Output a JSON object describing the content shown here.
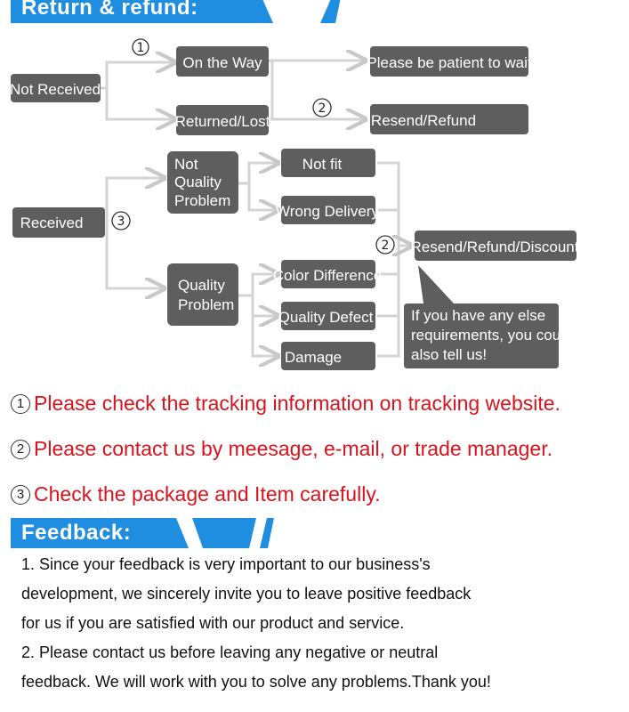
{
  "return_banner": {
    "title": "Return & refund:"
  },
  "feedback_banner": {
    "title": "Feedback:"
  },
  "flow": {
    "not_received": "Not Received",
    "on_the_way": "On the Way",
    "returned_lost": "Returned/Lost",
    "please_wait": "Please be patient to wait",
    "resend_refund": "Resend/Refund",
    "received": "Received",
    "not_quality_problem": [
      "Not",
      "Quality",
      "Problem"
    ],
    "quality_problem": [
      "Quality",
      "Problem"
    ],
    "not_fit": "Not fit",
    "wrong_delivery": "Wrong Delivery",
    "color_difference": "Color Difference",
    "quality_defect": "Quality Defect",
    "damage": "Damage",
    "resend_refund_discount": "Resend/Refund/Discount",
    "bubble": [
      "If you have any else",
      "requirements, you could",
      "also tell us!"
    ],
    "num1": "1",
    "num2": "2",
    "num3": "3"
  },
  "notes": [
    {
      "num": "1",
      "text": "Please check the tracking information on tracking website."
    },
    {
      "num": "2",
      "text": "Please contact us by meesage, e-mail, or trade manager."
    },
    {
      "num": "3",
      "text": "Check the package and Item carefully."
    }
  ],
  "feedback": {
    "line1": "1.   Since your feedback is very important to our business's",
    "line2": "development, we sincerely invite you to leave positive feedback",
    "line3": "for us if you are satisfied with our product and service.",
    "line4": "2.   Please contact us before leaving any negative or neutral",
    "line5": "feedback. We will work with you to solve any problems.Thank you!"
  },
  "colors": {
    "accent": "#1f8ee0",
    "box": "#5e5e5e",
    "red": "#d8131d"
  }
}
